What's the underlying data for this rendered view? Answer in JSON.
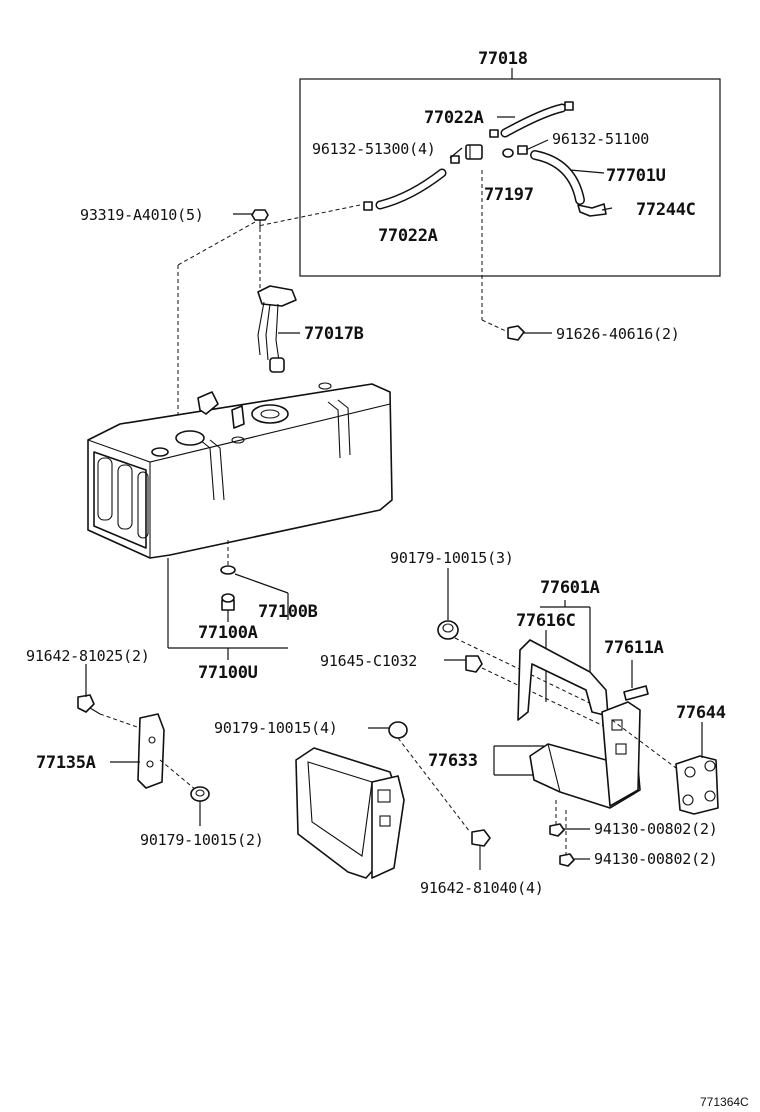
{
  "labels": {
    "p77018": "77018",
    "p77022A_top": "77022A",
    "p96132_51300": "96132-51300(4)",
    "p96132_51100": "96132-51100",
    "p77701U": "77701U",
    "p77197": "77197",
    "p77244C": "77244C",
    "p77022A_bottom": "77022A",
    "p93319": "93319-A4010(5)",
    "p77017B": "77017B",
    "p91626": "91626-40616(2)",
    "p90179_3": "90179-10015(3)",
    "p77601A": "77601A",
    "p77616C": "77616C",
    "p91645": "91645-C1032",
    "p77611A": "77611A",
    "p77100B": "77100B",
    "p77100A": "77100A",
    "p91642_81025": "91642-81025(2)",
    "p77100U": "77100U",
    "p77644": "77644",
    "p77135A": "77135A",
    "p90179_4": "90179-10015(4)",
    "p77633": "77633",
    "p94130_a": "94130-00802(2)",
    "p94130_b": "94130-00802(2)",
    "p90179_2": "90179-10015(2)",
    "p91642_81040": "91642-81040(4)",
    "ref": "771364C"
  },
  "icons": [
    "fuel-tank-icon",
    "bolt-icon",
    "clamp-icon",
    "hose-icon",
    "gauge-sender-icon",
    "bracket-icon",
    "washer-icon",
    "nut-icon",
    "grommet-icon",
    "tank-band-icon"
  ]
}
